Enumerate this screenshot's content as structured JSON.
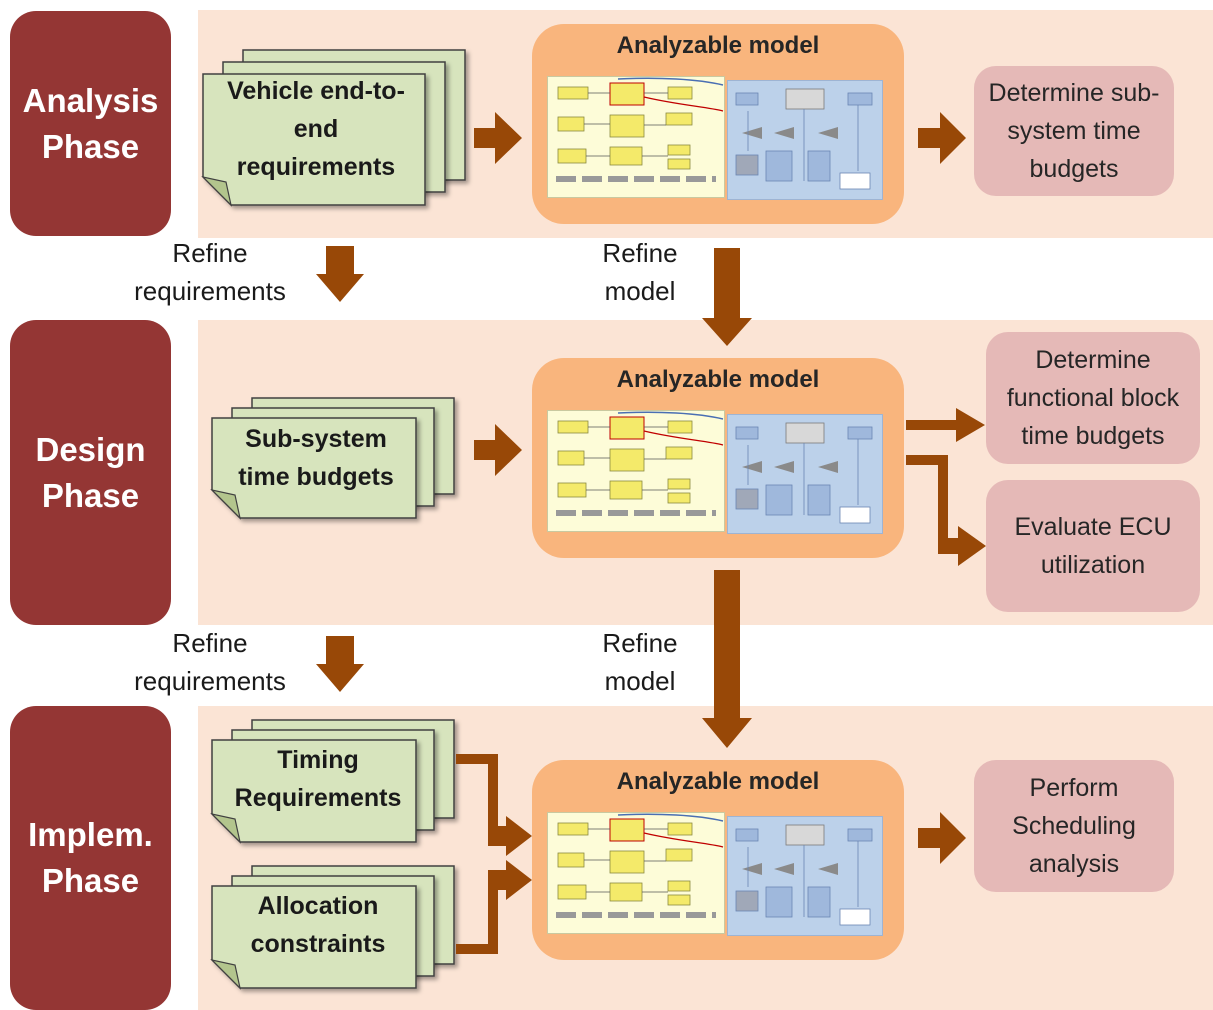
{
  "phases": {
    "analysis": {
      "line1": "Analysis",
      "line2": "Phase"
    },
    "design": {
      "line1": "Design",
      "line2": "Phase"
    },
    "implem": {
      "line1": "Implem.",
      "line2": "Phase"
    }
  },
  "model_title": "Analyzable model",
  "inputs": {
    "vehicle": {
      "line1": "Vehicle end-to-",
      "line2": "end",
      "line3": "requirements"
    },
    "subsystem": {
      "line1": "Sub-system",
      "line2": "time budgets"
    },
    "timing": {
      "line1": "Timing",
      "line2": "Requirements"
    },
    "allocation": {
      "line1": "Allocation",
      "line2": "constraints"
    }
  },
  "outputs": {
    "analysis": {
      "line1": "Determine sub-",
      "line2": "system time",
      "line3": "budgets"
    },
    "design_a": {
      "line1": "Determine",
      "line2": "functional block",
      "line3": "time budgets"
    },
    "design_b": {
      "line1": "Evaluate ECU",
      "line2": "utilization"
    },
    "implem": {
      "line1": "Perform",
      "line2": "Scheduling",
      "line3": "analysis"
    }
  },
  "refine": {
    "req_line1": "Refine",
    "req_line2": "requirements",
    "model_line1": "Refine",
    "model_line2": "model"
  },
  "colors": {
    "phase_box": "#943634",
    "band": "#fbe4d5",
    "model_box": "#f9b57d",
    "result_box": "#e5b9b7",
    "document": "#d7e4bd",
    "arrow": "#984807"
  }
}
